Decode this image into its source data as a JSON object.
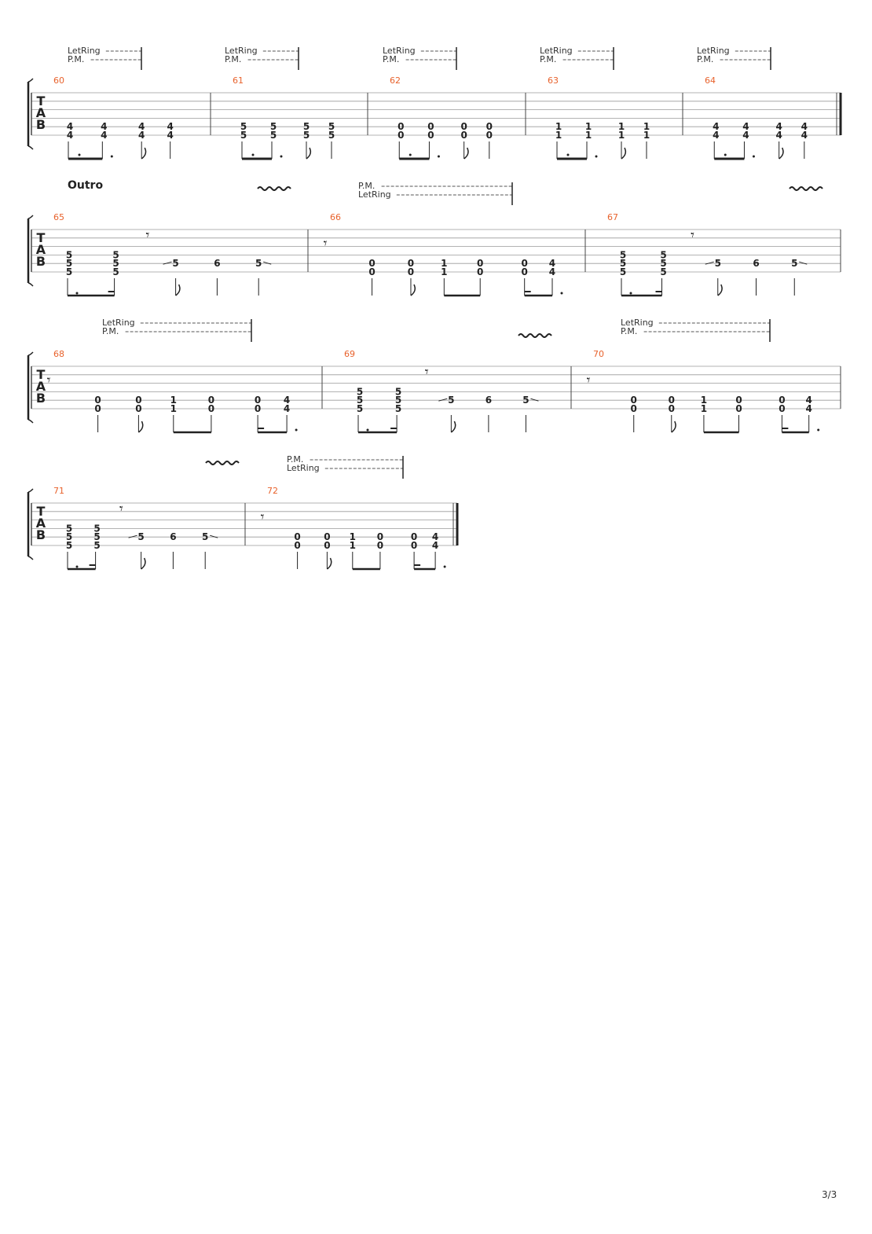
{
  "page": {
    "number": "3/3"
  },
  "colors": {
    "measure_number": "#e8622c",
    "ink": "#222222",
    "staff_line": "#9a9a9a"
  },
  "tab_clef": [
    "T",
    "A",
    "B"
  ],
  "section_label": "Outro",
  "systems": [
    {
      "effects": [
        {
          "lines": [
            "LetRing",
            "P.M."
          ]
        },
        {
          "lines": [
            "LetRing",
            "P.M."
          ]
        },
        {
          "lines": [
            "LetRing",
            "P.M."
          ]
        },
        {
          "lines": [
            "LetRing",
            "P.M."
          ]
        },
        {
          "lines": [
            "LetRing",
            "P.M."
          ]
        }
      ],
      "vibratos": 0,
      "measures": [
        {
          "number": "60",
          "frets": [
            [
              4,
              4,
              4,
              4
            ],
            [
              4,
              4,
              4,
              4
            ]
          ]
        },
        {
          "number": "61",
          "frets": [
            [
              5,
              5,
              5,
              5
            ],
            [
              5,
              5,
              5,
              5
            ]
          ]
        },
        {
          "number": "62",
          "frets": [
            [
              0,
              0,
              0,
              0
            ],
            [
              0,
              0,
              0,
              0
            ]
          ]
        },
        {
          "number": "63",
          "frets": [
            [
              1,
              1,
              1,
              1
            ],
            [
              1,
              1,
              1,
              1
            ]
          ]
        },
        {
          "number": "64",
          "frets": [
            [
              4,
              4,
              4,
              4
            ],
            [
              4,
              4,
              4,
              4
            ]
          ]
        }
      ]
    },
    {
      "effects": [
        {
          "lines": [
            "P.M.",
            "LetRing"
          ]
        }
      ],
      "vibratos": 2,
      "measures": [
        {
          "number": "65",
          "chord": [
            5,
            5,
            5
          ],
          "melody": [
            5,
            6,
            5
          ]
        },
        {
          "number": "66",
          "frets": [
            [
              0,
              0,
              1,
              0,
              0,
              4
            ],
            [
              0,
              0,
              1,
              0,
              0,
              4
            ]
          ]
        },
        {
          "number": "67",
          "chord": [
            5,
            5,
            5
          ],
          "melody": [
            5,
            6,
            5
          ]
        }
      ]
    },
    {
      "effects": [
        {
          "lines": [
            "LetRing",
            "P.M."
          ]
        },
        {
          "lines": [
            "LetRing",
            "P.M."
          ]
        }
      ],
      "vibratos": 1,
      "measures": [
        {
          "number": "68",
          "frets": [
            [
              0,
              0,
              1,
              0,
              0,
              4
            ],
            [
              0,
              0,
              1,
              0,
              0,
              4
            ]
          ]
        },
        {
          "number": "69",
          "chord": [
            5,
            5,
            5
          ],
          "melody": [
            5,
            6,
            5
          ]
        },
        {
          "number": "70",
          "frets": [
            [
              0,
              0,
              1,
              0,
              0,
              4
            ],
            [
              0,
              0,
              1,
              0,
              0,
              4
            ]
          ]
        }
      ]
    },
    {
      "effects": [
        {
          "lines": [
            "P.M.",
            "LetRing"
          ]
        }
      ],
      "vibratos": 1,
      "measures": [
        {
          "number": "71",
          "chord": [
            5,
            5,
            5
          ],
          "melody": [
            5,
            6,
            5
          ]
        },
        {
          "number": "72",
          "frets": [
            [
              0,
              0,
              1,
              0,
              0,
              4
            ],
            [
              0,
              0,
              1,
              0,
              0,
              4
            ]
          ]
        }
      ]
    }
  ]
}
